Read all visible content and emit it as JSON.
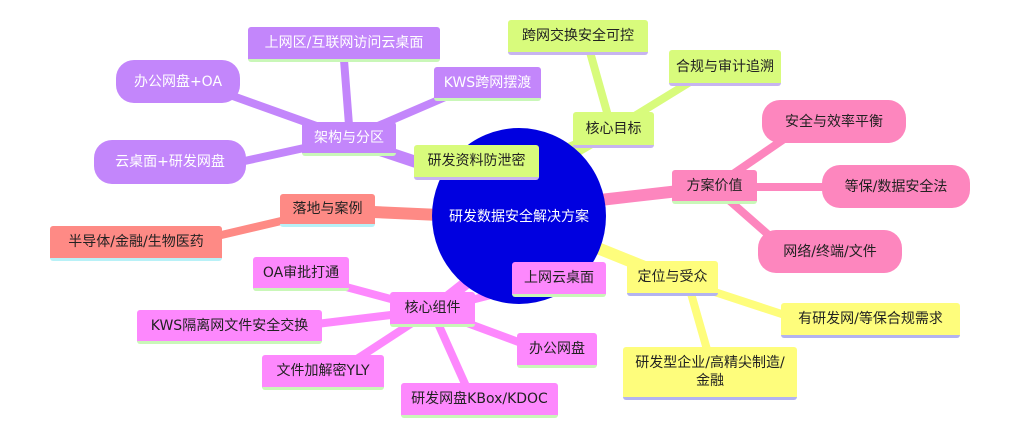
{
  "center": {
    "label": "研发数据安全解决方案",
    "color": "#0000e0"
  },
  "branches": {
    "architecture": {
      "label": "架构与分区",
      "color": "#c386fb",
      "children": [
        "上网区/互联网访问云桌面",
        "办公网盘+OA",
        "KWS跨网摆渡",
        "云桌面+研发网盘"
      ]
    },
    "goals": {
      "label": "核心目标",
      "color": "#d8fb7c",
      "children": [
        "跨网交换安全可控",
        "合规与审计追溯",
        "研发资料防泄密"
      ]
    },
    "value": {
      "label": "方案价值",
      "color": "#fd86be",
      "children": [
        "安全与效率平衡",
        "等保/数据安全法",
        "网络/终端/文件"
      ]
    },
    "cases": {
      "label": "落地与案例",
      "color": "#fe8a85",
      "children": [
        "半导体/金融/生物医药"
      ]
    },
    "audience": {
      "label": "定位与受众",
      "color": "#fefd7c",
      "children": [
        "有研发网/等保合规需求",
        "研发型企业/高精尖制造/金融"
      ]
    },
    "components": {
      "label": "核心组件",
      "color": "#fd88fd",
      "children": [
        "OA审批打通",
        "KWS隔离网文件安全交换",
        "文件加解密YLY",
        "研发网盘KBox/KDOC",
        "办公网盘",
        "上网云桌面"
      ]
    }
  }
}
